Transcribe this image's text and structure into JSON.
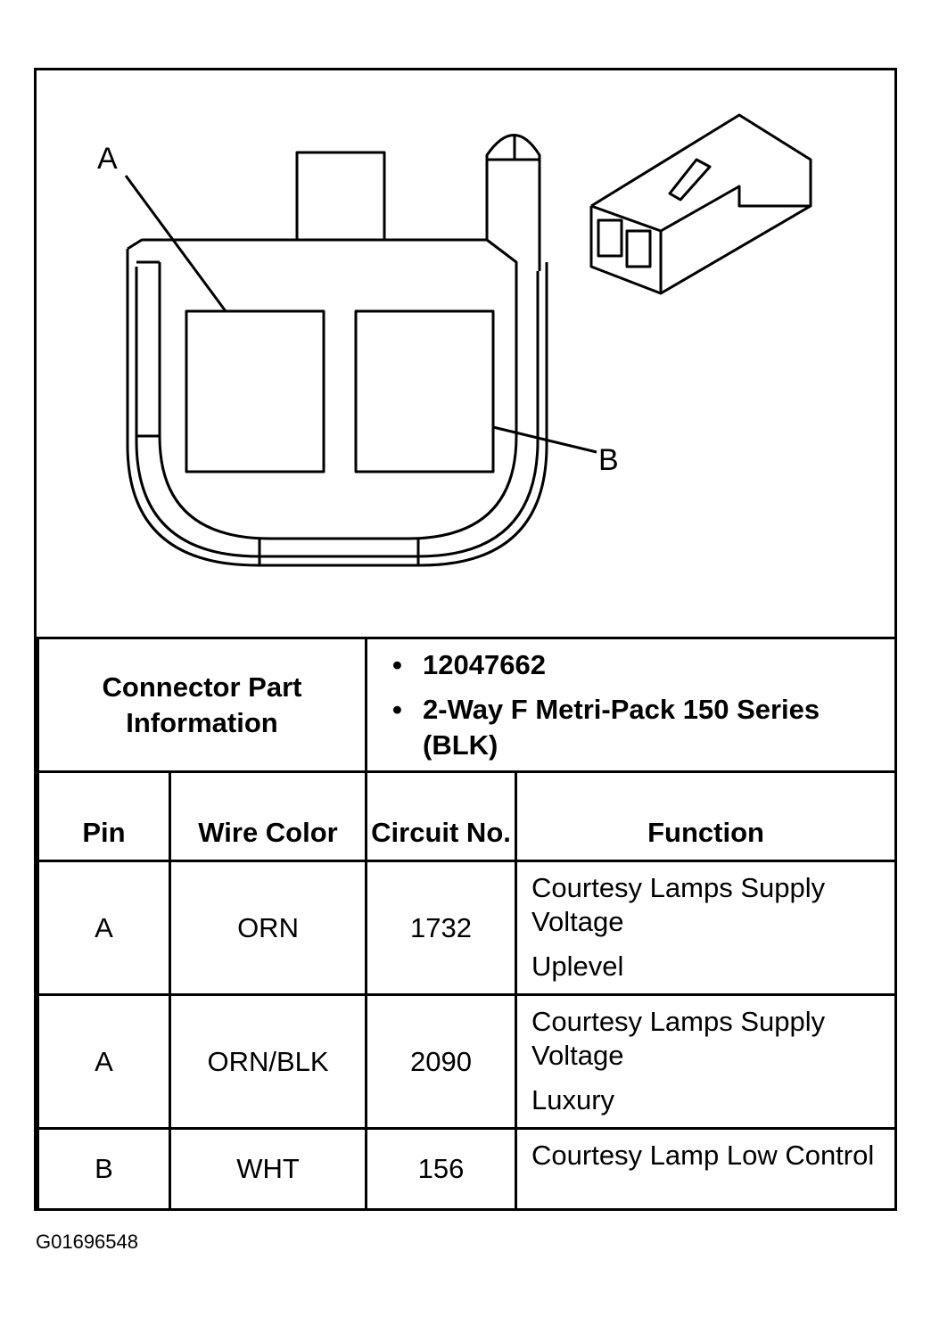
{
  "diagram": {
    "callout_a": "A",
    "callout_b": "B",
    "connector_face": "2-way connector face view",
    "connector_3d": "connector isometric view"
  },
  "connector_info": {
    "label": "Connector Part Information",
    "items": [
      "12047662",
      "2-Way F Metri-Pack 150 Series (BLK)"
    ]
  },
  "table": {
    "headers": {
      "pin": "Pin",
      "wire_color": "Wire Color",
      "circuit": "Circuit No.",
      "function": "Function"
    },
    "rows": [
      {
        "pin": "A",
        "wire_color": "ORN",
        "circuit": "1732",
        "function": "Courtesy Lamps Supply Voltage",
        "note": "Uplevel"
      },
      {
        "pin": "A",
        "wire_color": "ORN/BLK",
        "circuit": "2090",
        "function": "Courtesy Lamps Supply Voltage",
        "note": "Luxury"
      },
      {
        "pin": "B",
        "wire_color": "WHT",
        "circuit": "156",
        "function": "Courtesy Lamp Low Control",
        "note": ""
      }
    ]
  },
  "footer": {
    "code": "G01696548"
  }
}
